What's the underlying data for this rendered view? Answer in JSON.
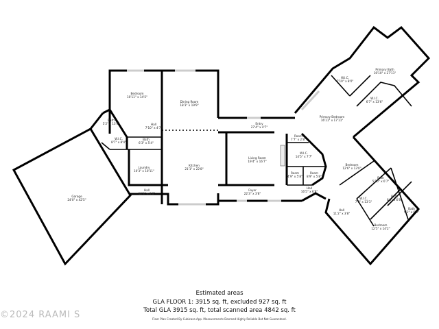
{
  "rooms": [
    {
      "name": "Bedroom",
      "size": "10'11\" x 14'5\""
    },
    {
      "name": "Dining Room",
      "size": "18'3\" x 19'9\""
    },
    {
      "name": "Bath",
      "size": "5'2\" x 13'0\""
    },
    {
      "name": "Hall",
      "size": "7'10\" x 4'7\""
    },
    {
      "name": "W.I.C.",
      "size": "8'7\" x 8'4\""
    },
    {
      "name": "Bath",
      "size": "6'3\" x 5'4\""
    },
    {
      "name": "Kitchen",
      "size": "21'1\" x 22'8\""
    },
    {
      "name": "Laundry",
      "size": "10'3\" x 10'11\""
    },
    {
      "name": "Hall",
      "size": "12'3\" x 3'8\""
    },
    {
      "name": "Garage",
      "size": "24'0\" x 42'5\""
    },
    {
      "name": "Entry",
      "size": "27'4\" x 4'7\""
    },
    {
      "name": "Living Room",
      "size": "19'4\" x 16'7\""
    },
    {
      "name": "Foyer",
      "size": "22'3\" x 3'8\""
    },
    {
      "name": "Room",
      "size": "7'7\" x 2'8\""
    },
    {
      "name": "W.I.C.",
      "size": "14'5\" x 7'7\""
    },
    {
      "name": "Room",
      "size": "4'9\" x 5'8\""
    },
    {
      "name": "Room",
      "size": "8'9\" x 5'8\""
    },
    {
      "name": "Hall",
      "size": "16'5\" x 6'8\""
    },
    {
      "name": "Primary Bedroom",
      "size": "16'11\" x 17'11\""
    },
    {
      "name": "W.I.C.",
      "size": "7'10\" x 8'0\""
    },
    {
      "name": "Primary Bath",
      "size": "16'10\" x 27'11\""
    },
    {
      "name": "W.I.C.",
      "size": "6'7\" x 13'6\""
    },
    {
      "name": "Bedroom",
      "size": "12'6\" x 13'0\""
    },
    {
      "name": "Bath",
      "size": "5'10\" x 6'7\""
    },
    {
      "name": "W.I.C.",
      "size": "7'0\" x 13'1\""
    },
    {
      "name": "Bath",
      "size": "8'4\" x 6'8\""
    },
    {
      "name": "Bath",
      "size": "5'2\" x 6'8\""
    },
    {
      "name": "Hall",
      "size": "11'2\" x 3'8\""
    },
    {
      "name": "Bedroom",
      "size": "12'5\" x 14'2\""
    }
  ],
  "footer": {
    "title": "Estimated areas",
    "gla_floor": "GLA FLOOR 1: 3915 sq. ft, excluded 927 sq. ft",
    "total": "Total GLA 3915 sq. ft, total scanned area 4842 sq. ft",
    "note": "Floor Plan Created By Cubicasa App. Measurements Deemed Highly Reliable But Not Guaranteed."
  },
  "watermark": "©2024 RAAMI S"
}
